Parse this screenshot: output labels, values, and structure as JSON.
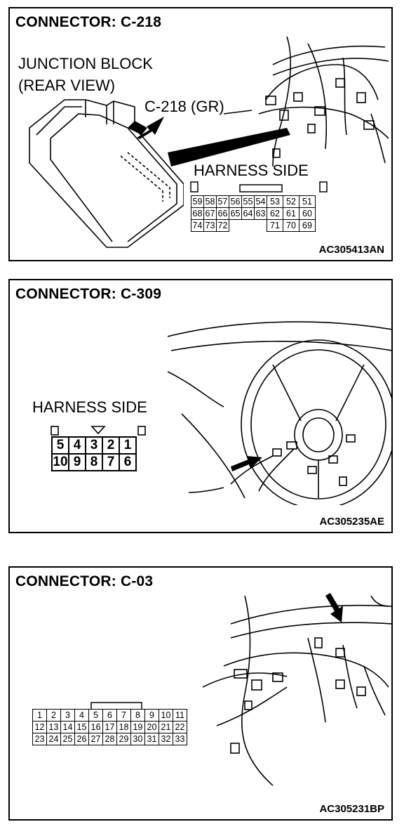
{
  "panels": [
    {
      "title": "CONNECTOR: C-218",
      "junction_label_1": "JUNCTION BLOCK",
      "junction_label_2": "(REAR VIEW)",
      "connector_label": "C-218 (GR)",
      "harness_label": "HARNESS SIDE",
      "pins": {
        "row1": [
          "59",
          "58",
          "57",
          "56",
          "55",
          "54",
          "53",
          "52",
          "51"
        ],
        "row2": [
          "68",
          "67",
          "66",
          "65",
          "64",
          "63",
          "62",
          "61",
          "60"
        ],
        "row3a": [
          "74",
          "73",
          "72"
        ],
        "row3b": [
          "71",
          "70",
          "69"
        ]
      },
      "code": "AC305413AN"
    },
    {
      "title": "CONNECTOR: C-309",
      "harness_label": "HARNESS SIDE",
      "pins": {
        "row1": [
          "5",
          "4",
          "3",
          "2",
          "1"
        ],
        "row2": [
          "10",
          "9",
          "8",
          "7",
          "6"
        ]
      },
      "code": "AC305235AE"
    },
    {
      "title": "CONNECTOR: C-03",
      "pins": {
        "row1": [
          "1",
          "2",
          "3",
          "4",
          "5",
          "6",
          "7",
          "8",
          "9",
          "10",
          "11"
        ],
        "row2": [
          "12",
          "13",
          "14",
          "15",
          "16",
          "17",
          "18",
          "19",
          "20",
          "21",
          "22"
        ],
        "row3": [
          "23",
          "24",
          "25",
          "26",
          "27",
          "28",
          "29",
          "30",
          "31",
          "32",
          "33"
        ]
      },
      "code": "AC305231BP"
    }
  ]
}
